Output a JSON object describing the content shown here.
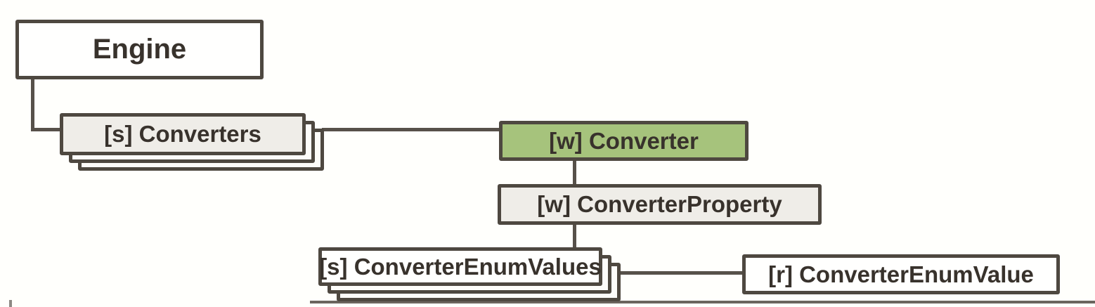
{
  "diagram": {
    "kind": "xml-content-model-tree",
    "nodes": [
      {
        "id": "engine",
        "label": "Engine",
        "style": "plain-white",
        "stacked": false,
        "highlighted": false
      },
      {
        "id": "converters",
        "label": "[s] Converters",
        "style": "stacked-gray",
        "stacked": true,
        "highlighted": false
      },
      {
        "id": "converter",
        "label": "[w] Converter",
        "style": "highlighted-green",
        "stacked": false,
        "highlighted": true
      },
      {
        "id": "converter_property",
        "label": "[w] ConverterProperty",
        "style": "plain-gray",
        "stacked": false,
        "highlighted": false
      },
      {
        "id": "converter_enum_values",
        "label": "[s] ConverterEnumValues",
        "style": "stacked-white",
        "stacked": true,
        "highlighted": false
      },
      {
        "id": "converter_enum_value",
        "label": "[r] ConverterEnumValue",
        "style": "plain-white",
        "stacked": false,
        "highlighted": false
      }
    ],
    "edges": [
      {
        "from": "engine",
        "to": "converters"
      },
      {
        "from": "converters",
        "to": "converter"
      },
      {
        "from": "converter",
        "to": "converter_property"
      },
      {
        "from": "converter_property",
        "to": "converter_enum_values"
      },
      {
        "from": "converter_enum_values",
        "to": "converter_enum_value"
      }
    ],
    "colors": {
      "background": "#fffffc",
      "box_border": "#4e4840",
      "box_fill_gray": "#efede8",
      "box_fill_white": "#fffffe",
      "highlight_fill": "#a6c37c",
      "text": "#38322c",
      "connector": "#57514a",
      "bottom_rule": "#6b655e"
    }
  }
}
